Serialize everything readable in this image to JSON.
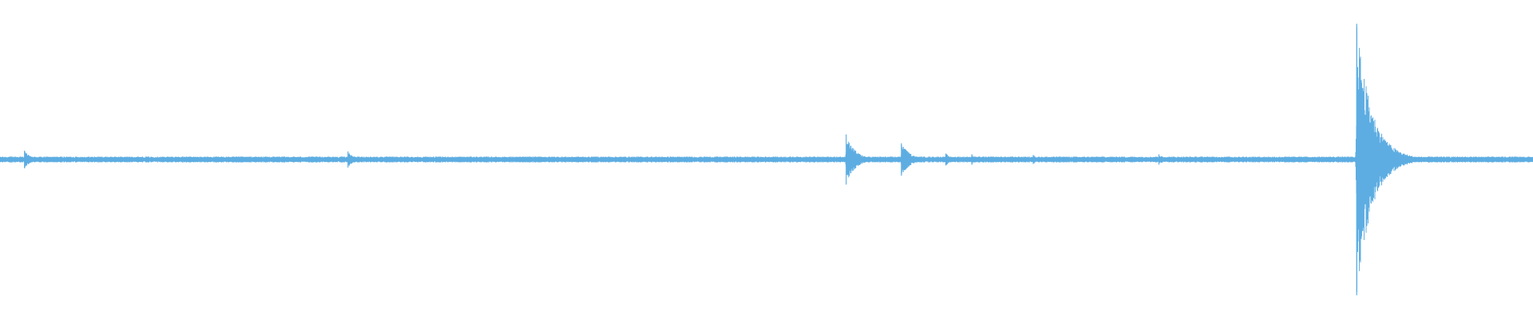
{
  "chart_data": {
    "type": "line",
    "title": "",
    "xlabel": "",
    "ylabel": "",
    "ylim": [
      -1,
      1
    ],
    "x_range": [
      0,
      1
    ],
    "grid": false,
    "legend": "none",
    "waveform_color": "#5DADE2",
    "baseline_amplitude": 0.02,
    "series": [
      {
        "values_description_only_for_rendering": "",
        "events": [
          {
            "x": 0.016,
            "amplitude": 0.06,
            "decay": 0.004
          },
          {
            "x": 0.227,
            "amplitude": 0.055,
            "decay": 0.004
          },
          {
            "x": 0.552,
            "amplitude": 0.17,
            "decay": 0.006
          },
          {
            "x": 0.588,
            "amplitude": 0.11,
            "decay": 0.006
          },
          {
            "x": 0.617,
            "amplitude": 0.04,
            "decay": 0.004
          },
          {
            "x": 0.634,
            "amplitude": 0.035,
            "decay": 0.004
          },
          {
            "x": 0.674,
            "amplitude": 0.03,
            "decay": 0.004
          },
          {
            "x": 0.756,
            "amplitude": 0.035,
            "decay": 0.004
          },
          {
            "x": 0.885,
            "amplitude": 0.92,
            "decay": 0.01
          }
        ]
      }
    ]
  }
}
